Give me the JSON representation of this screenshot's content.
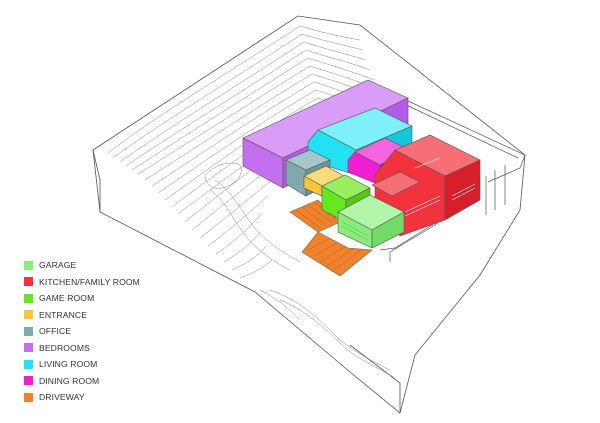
{
  "legend": {
    "items": [
      {
        "label": "GARAGE",
        "color": "#88EE7A"
      },
      {
        "label": "KITCHEN/FAMILY ROOM",
        "color": "#F2333D"
      },
      {
        "label": "GAME ROOM",
        "color": "#66E81F"
      },
      {
        "label": "ENTRANCE",
        "color": "#F7C73A"
      },
      {
        "label": "OFFICE",
        "color": "#7FA9AD"
      },
      {
        "label": "BEDROOMS",
        "color": "#C46EF0"
      },
      {
        "label": "LIVING ROOM",
        "color": "#23E0F2"
      },
      {
        "label": "DINING ROOM",
        "color": "#F01FD4"
      },
      {
        "label": "DRIVEWAY",
        "color": "#F0822D"
      }
    ]
  },
  "colors": {
    "line": "#555555",
    "background": "#ffffff"
  }
}
